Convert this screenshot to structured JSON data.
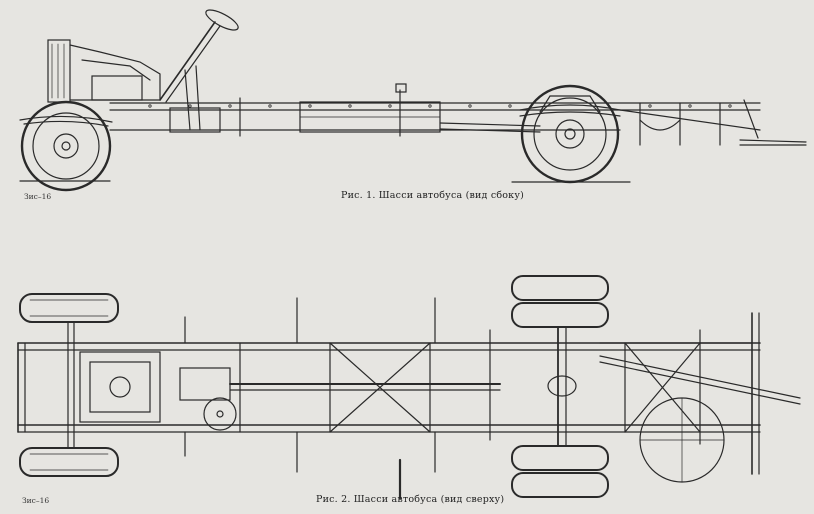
{
  "figure1": {
    "caption": "Рис. 1. Шасси автобуса (вид сбоку)",
    "model_mark": "Зис–16"
  },
  "figure2": {
    "caption": "Рис. 2. Шасси автобуса (вид сверху)",
    "model_mark": "Зис–16"
  },
  "colors": {
    "paper": "#e6e5e1",
    "ink": "#2a2a2a"
  }
}
